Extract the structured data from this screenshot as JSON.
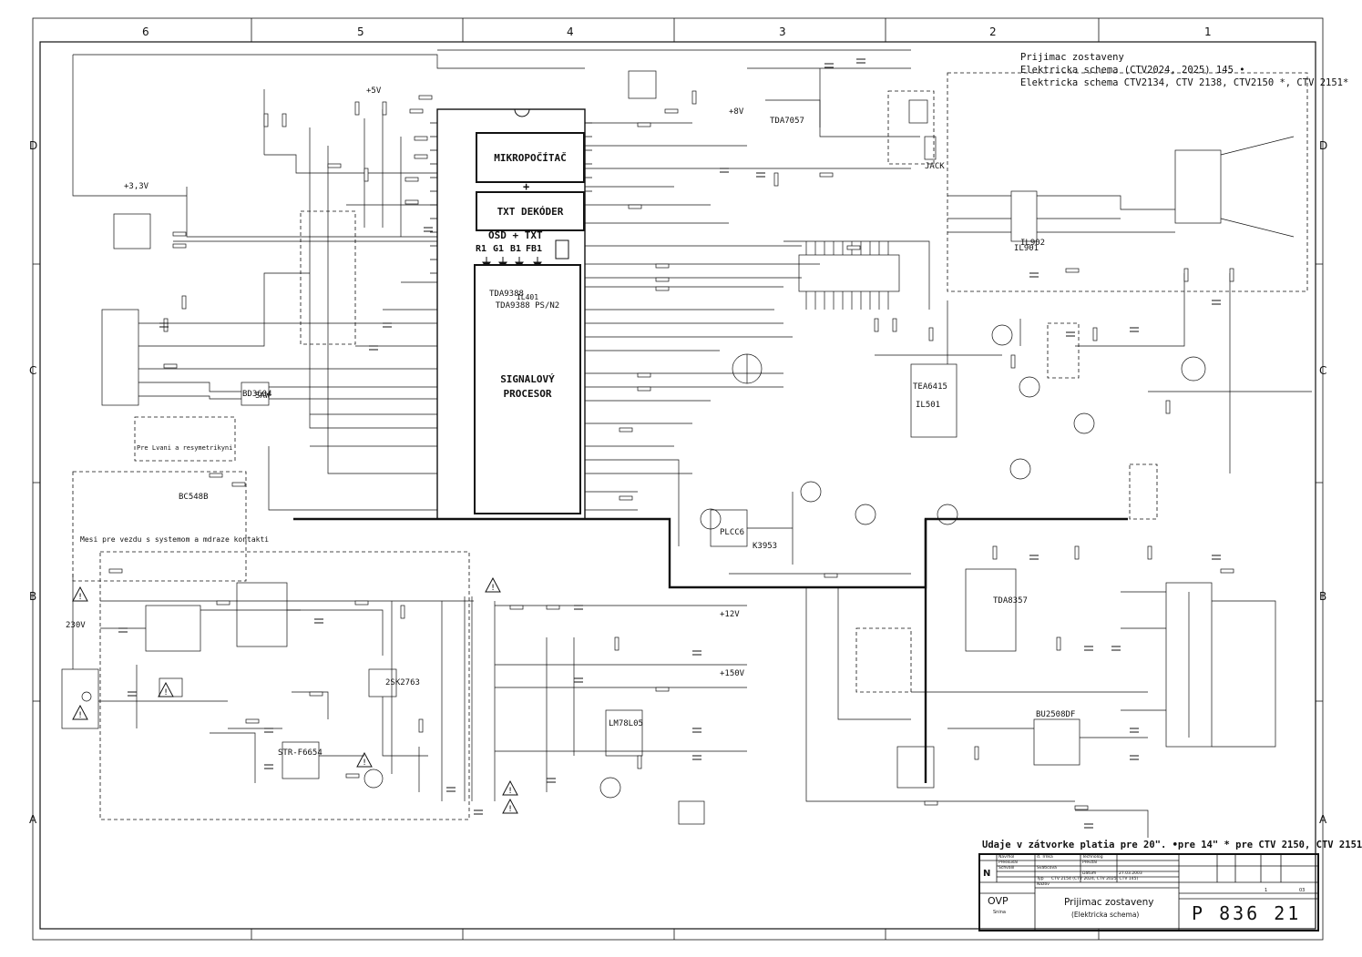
{
  "header": {
    "line1": "Prijimac zostaveny",
    "line2": "Elektricka schema (CTV2024, 2025) 145 •",
    "line3": "Elektricka schema CTV2134, CTV 2138, CTV2150 *, CTV 2151*"
  },
  "grid": {
    "columns": [
      "6",
      "5",
      "4",
      "3",
      "2",
      "1"
    ],
    "rows": [
      "D",
      "C",
      "B",
      "A"
    ]
  },
  "blocks": {
    "micro": "MIKROPOČÍTAČ",
    "plus": "+",
    "txt": "TXT DEKÓDER",
    "osd": "OSD + TXT",
    "rgb": [
      "R1",
      "G1",
      "B1",
      "FB1"
    ],
    "ic_ref": "IL401",
    "ic_part": "TDA9388 PS/N2",
    "signal": "SIGNALOVÝ PROCESOR"
  },
  "notes": {
    "footer": "Udaje v zátvorke platia pre 20\".    •pre 14\"    * pre CTV 2150, CTV 2151",
    "service": "Mesi pre vezdu s systemom a mdraze kontakti",
    "panel": "Pre Lvani a resymetrikyni"
  },
  "labels": [
    "BD3604",
    "TDA9388",
    "IL901",
    "TDA7057",
    "IL501",
    "TDA8357",
    "STR-F6654",
    "LM78L05",
    "2SK2763",
    "BC548B",
    "BU2508DF",
    "TEA6415",
    "IL902",
    "PLCC6",
    "SAW",
    "K3953",
    "JACK",
    "+5V",
    "+8V",
    "+3,3V",
    "+12V",
    "+150V",
    "230V"
  ],
  "title_block": {
    "company": "OVP",
    "city": "Snina",
    "title": "Prijimac zostaveny",
    "subtitle": "(Elektricka schema)",
    "number": "P 836 21",
    "type": "CTV 2154 (CTV 2024, CTV 2025, CTV 145)",
    "date": "27.03.2003",
    "sheet": "1",
    "sheets": "03",
    "n_label": "N",
    "rows": [
      "Navrhol",
      "Preskusal",
      "Schvalil",
      "Typ",
      "Nazov"
    ],
    "roles": [
      "Technolog",
      "Prevzal",
      "Dátum"
    ],
    "names": [
      "d. Trnka",
      "Svaticova"
    ]
  }
}
